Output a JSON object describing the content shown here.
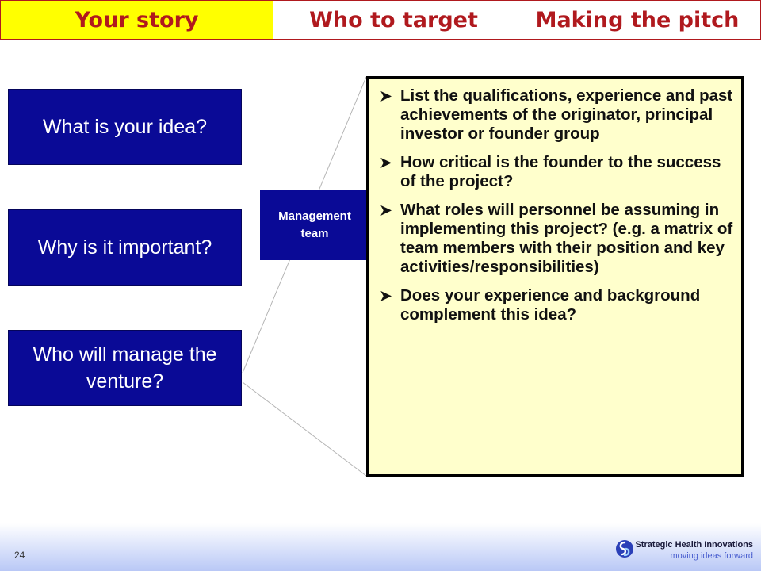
{
  "tabs": [
    {
      "label": "Your story",
      "active": true
    },
    {
      "label": "Who to target",
      "active": false
    },
    {
      "label": "Making the pitch",
      "active": false
    }
  ],
  "questions": [
    {
      "label": "What is your idea?"
    },
    {
      "label": "Why is it important?"
    },
    {
      "label": "Who will manage the venture?"
    }
  ],
  "management_box": {
    "label": "Management team"
  },
  "bullets": [
    {
      "text": "List the qualifications, experience and past achievements of the originator, principal investor or founder group"
    },
    {
      "text": "How critical is the founder to the success of the project?"
    },
    {
      "text": "What roles will personnel be assuming in implementing this project?  (e.g. a matrix of team members with their position and key activities/responsibilities)"
    },
    {
      "text": "Does your experience and background complement this idea?"
    }
  ],
  "footer": {
    "page_number": "24",
    "brand_name": "Strategic Health Innovations",
    "brand_tagline": "moving ideas forward",
    "logo_icon": "swirl-logo-icon"
  },
  "colors": {
    "tab_active_bg": "#ffff00",
    "tab_text": "#b0191e",
    "box_blue": "#0a0a96",
    "panel_bg": "#ffffcc"
  }
}
